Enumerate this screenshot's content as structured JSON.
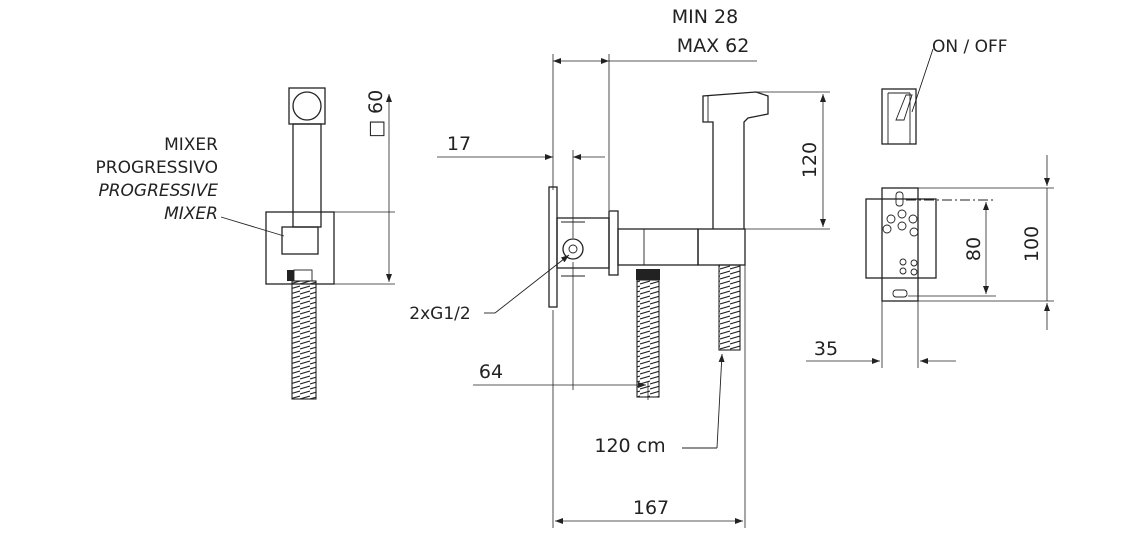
{
  "labels": {
    "mixer_it": "MIXER",
    "progressivo": "PROGRESSIVO",
    "progressive_en": "PROGRESSIVE",
    "mixer_en": "MIXER",
    "square_60": "□ 60",
    "thread": "2xG1/2",
    "on_off": "ON / OFF",
    "hose": "120 cm"
  },
  "dimensions": {
    "min": "MIN 28",
    "max": "MAX 62",
    "d17": "17",
    "d120": "120",
    "d64": "64",
    "d167": "167",
    "d35": "35",
    "d80": "80",
    "d100": "100"
  }
}
